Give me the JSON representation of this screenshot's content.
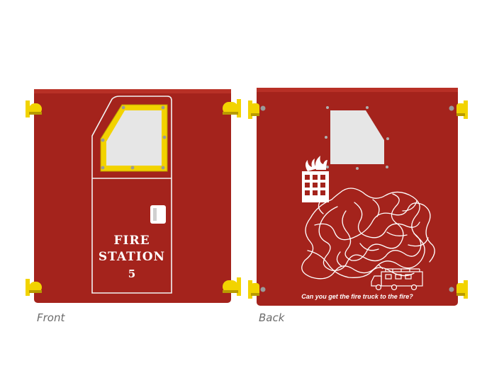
{
  "colors": {
    "panel_red": "#a4231c",
    "panel_edge": "#8a1a14",
    "clamp_yellow": "#f2d300",
    "clamp_shadow": "#b89a00",
    "window_gray": "#e6e6e6",
    "line_white": "#ffffff",
    "bolt_gray": "#9a9a9a"
  },
  "front": {
    "caption": "Front",
    "door_sign": {
      "line1": "FIRE",
      "line2": "STATION",
      "line3": "5"
    }
  },
  "back": {
    "caption": "Back",
    "maze_prompt": "Can you get the fire truck to the fire?"
  },
  "icons": {
    "clamp": "yellow-panel-clamp",
    "window": "door-window",
    "handle": "door-handle",
    "building": "burning-building-icon",
    "truck": "fire-truck-icon",
    "maze": "maze-path"
  }
}
